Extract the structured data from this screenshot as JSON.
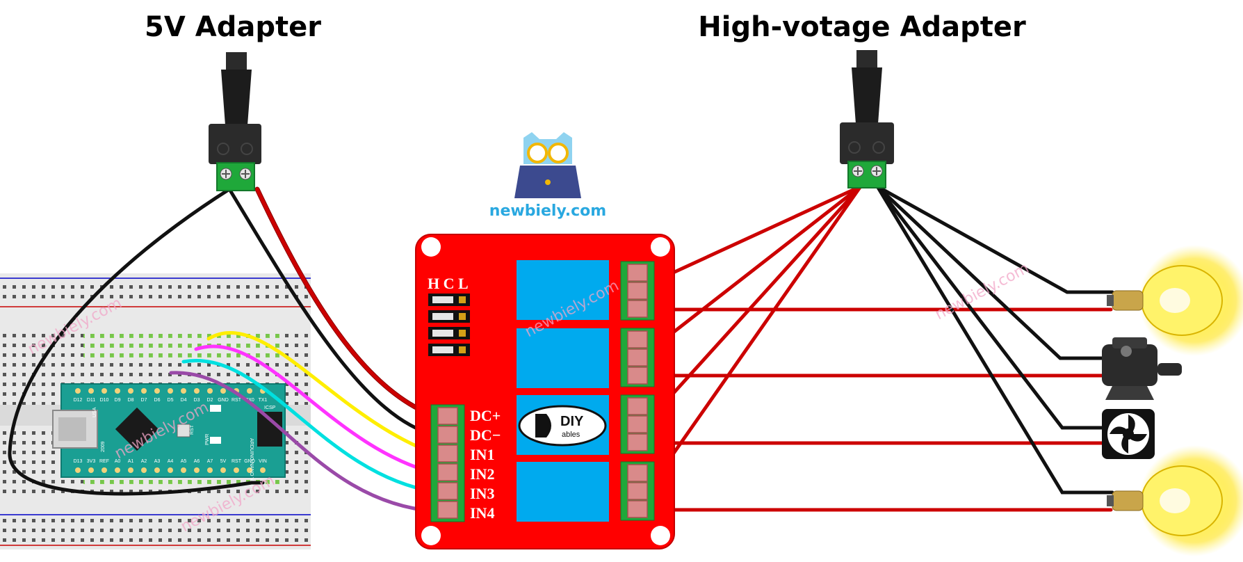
{
  "titles": {
    "left": "5V Adapter",
    "right": "High-votage Adapter"
  },
  "brand": {
    "text": "newbiely.com",
    "color": "#29a8e0"
  },
  "watermark": "newbiely.com",
  "relay_board": {
    "header": "H C L",
    "pins": [
      "DC+",
      "DC−",
      "IN1",
      "IN2",
      "IN3",
      "IN4"
    ],
    "logo_text": "DIY",
    "logo_sub": "ables"
  },
  "nano": {
    "top_pins": [
      "D12",
      "D11",
      "D10",
      "D9",
      "D8",
      "D7",
      "D6",
      "D5",
      "D4",
      "D3",
      "D2",
      "GND",
      "RST",
      "RX0",
      "TX1"
    ],
    "bottom_pins": [
      "D13",
      "3V3",
      "REF",
      "A0",
      "A1",
      "A2",
      "A3",
      "A4",
      "A5",
      "A6",
      "A7",
      "5V",
      "RST",
      "GND",
      "VIN"
    ],
    "usa": "USA",
    "model": "ARDUINO NANO V3.0",
    "year": "2009",
    "icsp": "ICSP",
    "rst": "RST",
    "pwr": "PWR"
  },
  "colors": {
    "title": "#0a0adc",
    "relay": "#ff0000",
    "relay_blue": "#00aaee",
    "terminal_green": "#1fa83a",
    "wire_red": "#cc0000",
    "wire_black": "#111111",
    "wire_yellow": "#ffee00",
    "wire_magenta": "#ff33ff",
    "wire_cyan": "#00e0e0",
    "wire_purple": "#9a4aa8",
    "nano": "#1a9f93"
  }
}
